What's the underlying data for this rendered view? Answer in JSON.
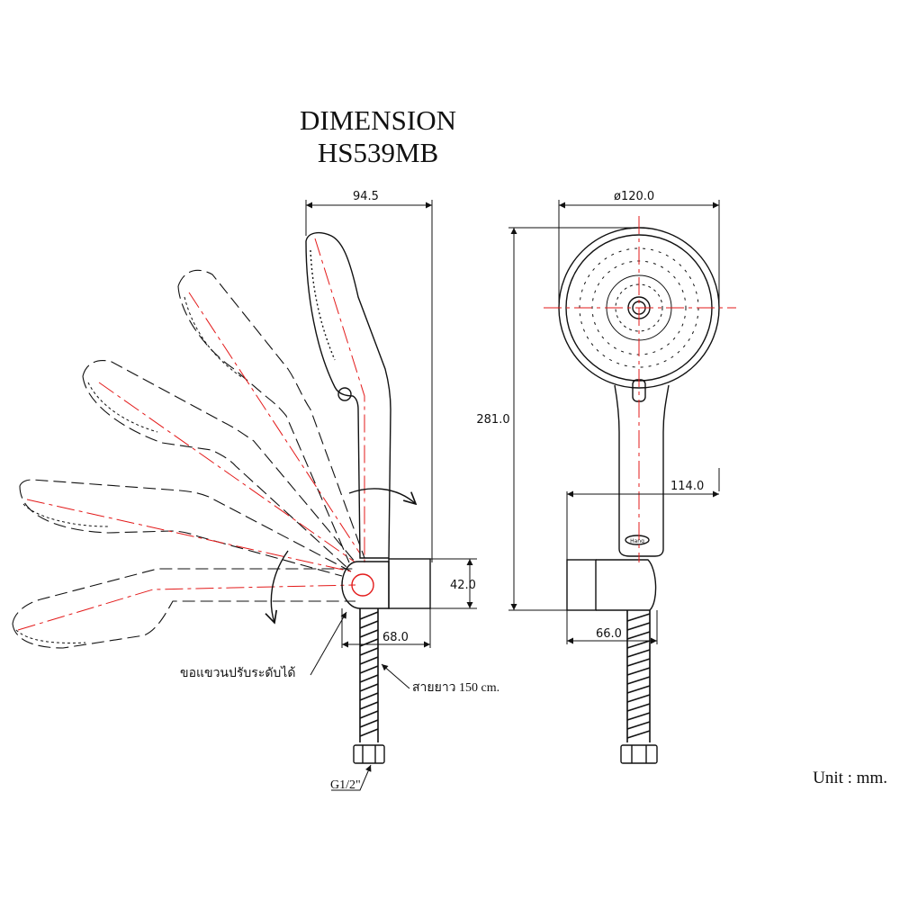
{
  "title": "DIMENSION",
  "model": "HS539MB",
  "dimensions": {
    "side_width": "94.5",
    "head_diameter": "ø120.0",
    "total_length": "281.0",
    "bracket_height": "42.0",
    "bracket_depth_side": "68.0",
    "handle_to_wall": "114.0",
    "bracket_width_front": "66.0"
  },
  "annotations": {
    "adjustable_bracket": "ขอแขวนปรับระดับได้",
    "hose_length": "สายยาว 150 cm.",
    "thread": "G1/2\""
  },
  "brand_mark": "Hang",
  "unit": "Unit : mm.",
  "colors": {
    "line": "#111111",
    "center_line": "#e31a1a"
  }
}
